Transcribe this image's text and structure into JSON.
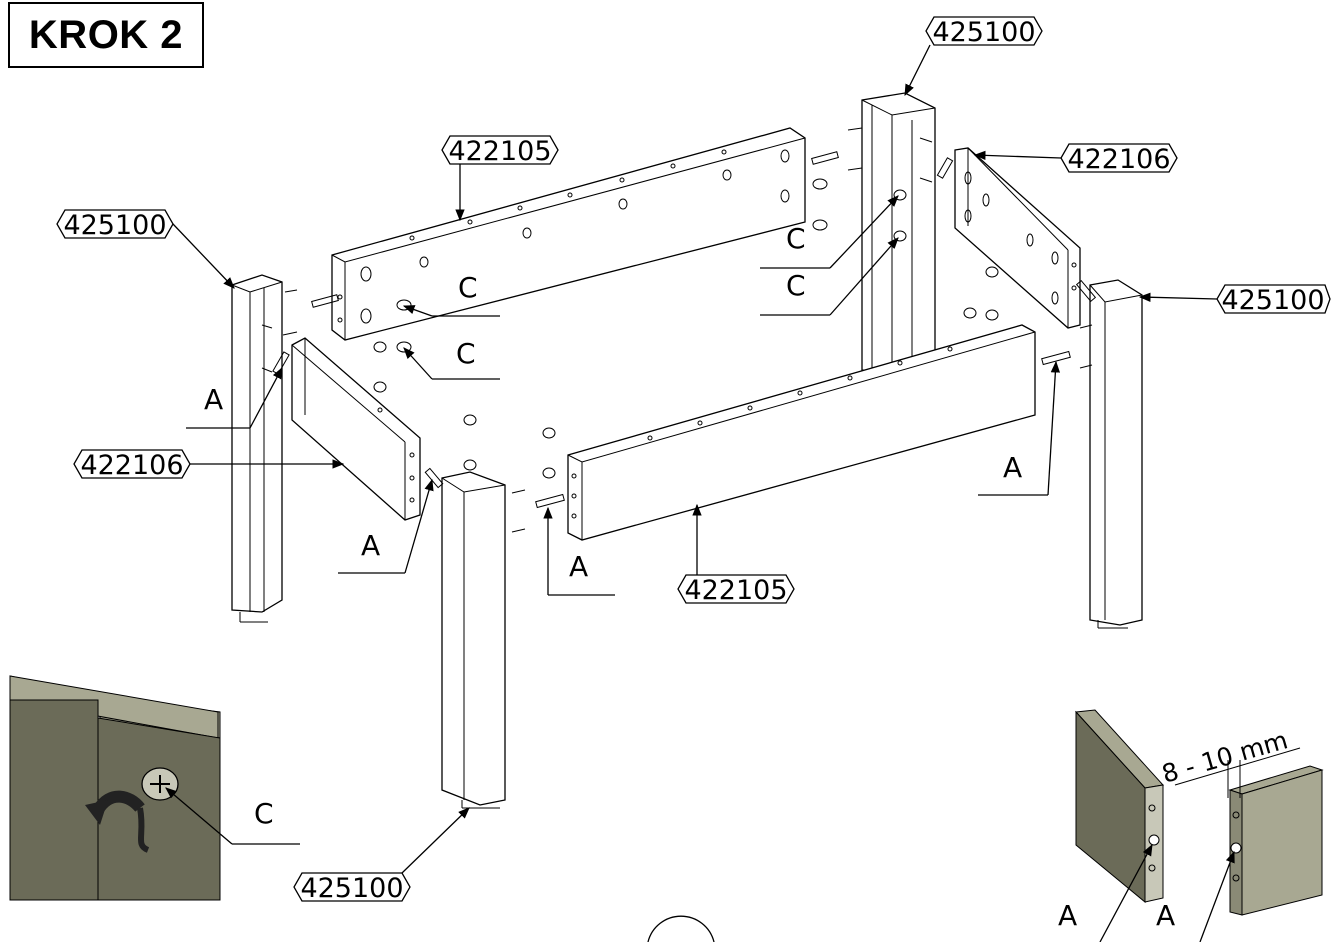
{
  "step_title": "KROK 2",
  "part_labels": {
    "leg_top_right": "425100",
    "rail_long_back": "422105",
    "rail_short_right": "422106",
    "leg_top_left": "425100",
    "leg_right": "425100",
    "rail_short_left": "422106",
    "rail_long_front": "422105",
    "leg_front": "425100"
  },
  "fittings": {
    "dowel": "A",
    "cam_lock": "C"
  },
  "detail_dimension": "8 - 10 mm",
  "colors": {
    "line": "#000000",
    "panel_fill": "#ffffff",
    "detail_wood_face": "#6b6b58",
    "detail_wood_edge": "#a8a892",
    "arrow_fill": "#2a2a2a"
  }
}
